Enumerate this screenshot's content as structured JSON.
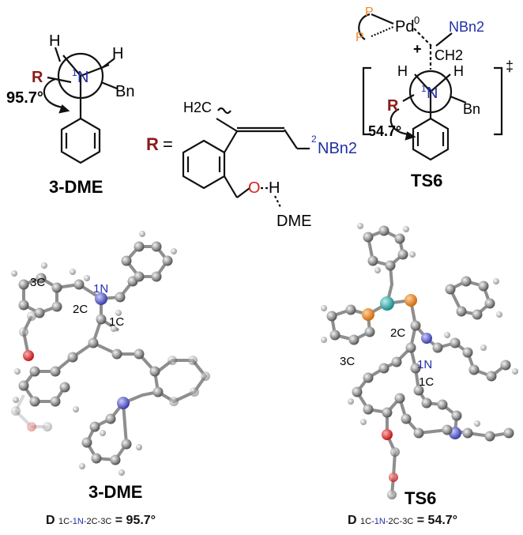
{
  "colors": {
    "red_r": "#8b1a1a",
    "nitrogen_blue": "#1f2fa8",
    "phosphorus_orange": "#ee8a2a",
    "oxygen_red": "#d62020",
    "palladium_teal": "#2aa8a8",
    "carbon_gray": "#888888"
  },
  "top_left": {
    "h_left": "H",
    "h_right": "H",
    "r": "R",
    "n_label_super": "1",
    "n_label": "N",
    "bn": "Bn",
    "angle": "95.7°",
    "caption": "3-DME"
  },
  "top_middle": {
    "r": "R",
    "equals": "=",
    "h2c": "H2C",
    "n2_super": "2",
    "nbn2": "NBn2",
    "o": "O",
    "h": "H",
    "dme": "DME"
  },
  "top_right": {
    "p_top": "P",
    "p_bottom": "P",
    "pd": "Pd",
    "pd_super": "0",
    "nbn2": "NBn2",
    "plus": "+",
    "ch2": "CH2",
    "h_left": "H",
    "h_right": "H",
    "n_super": "1",
    "n": "N",
    "r": "R",
    "bn": "Bn",
    "angle": "54.7°",
    "dagger": "‡",
    "caption": "TS6"
  },
  "bottom_left": {
    "c3": "3C",
    "c2": "2C",
    "n1": "1N",
    "c1": "1C",
    "caption": "3-DME",
    "dihedral_prefix": "D",
    "dihedral_value": "= 95.7°"
  },
  "bottom_right": {
    "c2": "2C",
    "c3": "3C",
    "n1": "1N",
    "c1": "1C",
    "caption": "TS6",
    "dihedral_prefix": "D",
    "dihedral_value": "= 54.7°"
  }
}
